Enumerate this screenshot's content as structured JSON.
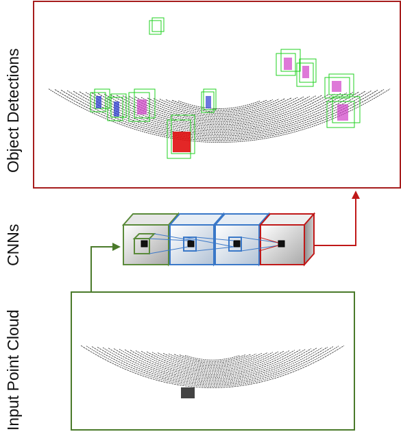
{
  "labels": {
    "object_detections": "Object Detections",
    "cnns": "CNNs",
    "input_point_cloud": "Input Point Cloud"
  },
  "colors": {
    "detections_frame": "#a61c1c",
    "input_frame": "#4a7a2a",
    "box_green": "#1fd11f",
    "box_red_fill": "#e01010",
    "cube_green": "#5a8a3a",
    "cube_blue": "#3a78c8",
    "cube_red": "#c01818",
    "arrow_red": "#c01818",
    "arrow_green": "#4a7a2a"
  },
  "icons": {
    "cnn_cubes": "layer-cube-icon",
    "arrows": "arrow-icon"
  }
}
